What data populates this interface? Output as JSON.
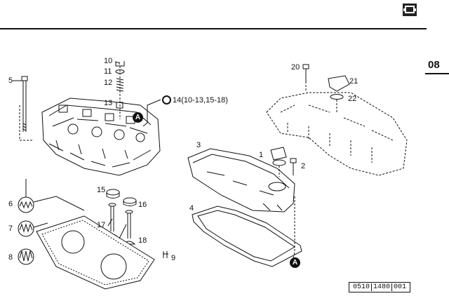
{
  "section": "08",
  "kit_label": "14(10-13,15-18)",
  "reference_marker": "A",
  "doc_code": [
    "0510",
    "1480",
    "001"
  ],
  "callouts": {
    "c1": "1",
    "c2": "2",
    "c3": "3",
    "c4": "4",
    "c5": "5",
    "c6": "6",
    "c7": "7",
    "c8": "8",
    "c9": "9",
    "c10": "10",
    "c11": "11",
    "c12": "12",
    "c13": "13",
    "c15": "15",
    "c16": "16",
    "c17": "17",
    "c18": "18",
    "c20": "20",
    "c21": "21",
    "c22": "22"
  }
}
